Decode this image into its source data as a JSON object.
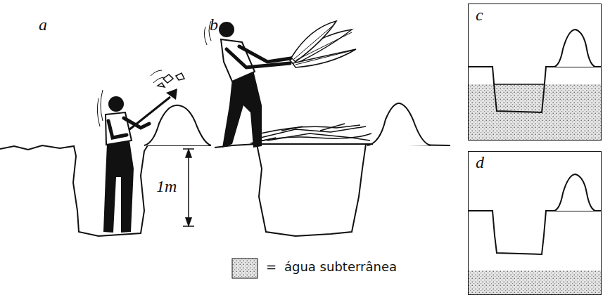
{
  "diagram": {
    "nodes": [
      {
        "text": [
          "c"
        ]
      },
      {
        "text": [
          "d"
        ]
      }
    ],
    "labels": [
      "a",
      "b",
      "1m",
      "="
    ],
    "legend": [
      {
        "text": "água subterrânea"
      }
    ]
  }
}
